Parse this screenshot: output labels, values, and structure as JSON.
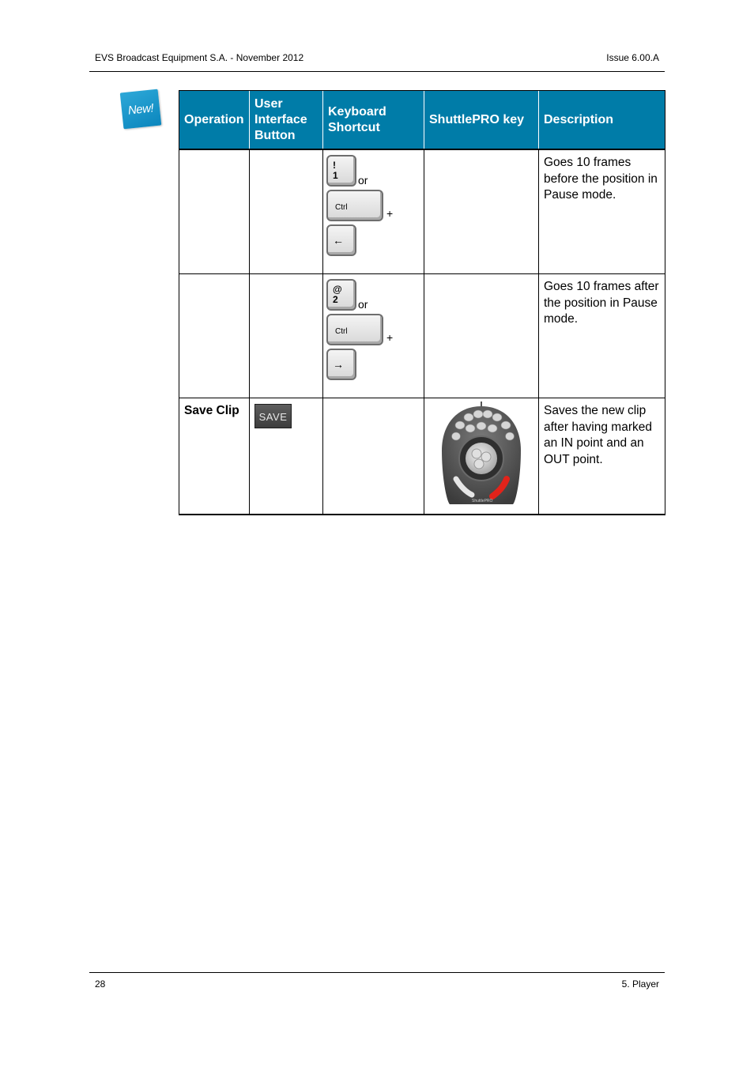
{
  "header": {
    "left": "EVS Broadcast Equipment S.A.  - November 2012",
    "right": "Issue 6.00.A"
  },
  "badge": {
    "text": "New!",
    "icon": "new-badge-icon",
    "color": "#0b86bd"
  },
  "table": {
    "header_color": "#007ca8",
    "columns": [
      "Operation",
      "User Interface Button",
      "Keyboard Shortcut",
      "ShuttlePRO key",
      "Description"
    ],
    "rows": [
      {
        "operation": "",
        "ui_button": "",
        "keys": {
          "key1_top": "!",
          "key1_bottom": "1",
          "or": "or",
          "modifier": "Ctrl",
          "plus": "+",
          "arrow": "←"
        },
        "shuttle": "",
        "description": "Goes 10 frames before the position in Pause mode."
      },
      {
        "operation": "",
        "ui_button": "",
        "keys": {
          "key1_top": "@",
          "key1_bottom": "2",
          "or": "or",
          "modifier": "Ctrl",
          "plus": "+",
          "arrow": "→"
        },
        "shuttle": "",
        "description": "Goes 10 frames after the position in Pause mode."
      },
      {
        "operation": "Save Clip",
        "ui_button": "SAVE",
        "keys": null,
        "shuttle": "ShuttlePRO device with highlighted key",
        "description": "Saves the new clip after having marked an IN point and an OUT point."
      }
    ]
  },
  "footer": {
    "left": "28",
    "right": "5. Player"
  }
}
